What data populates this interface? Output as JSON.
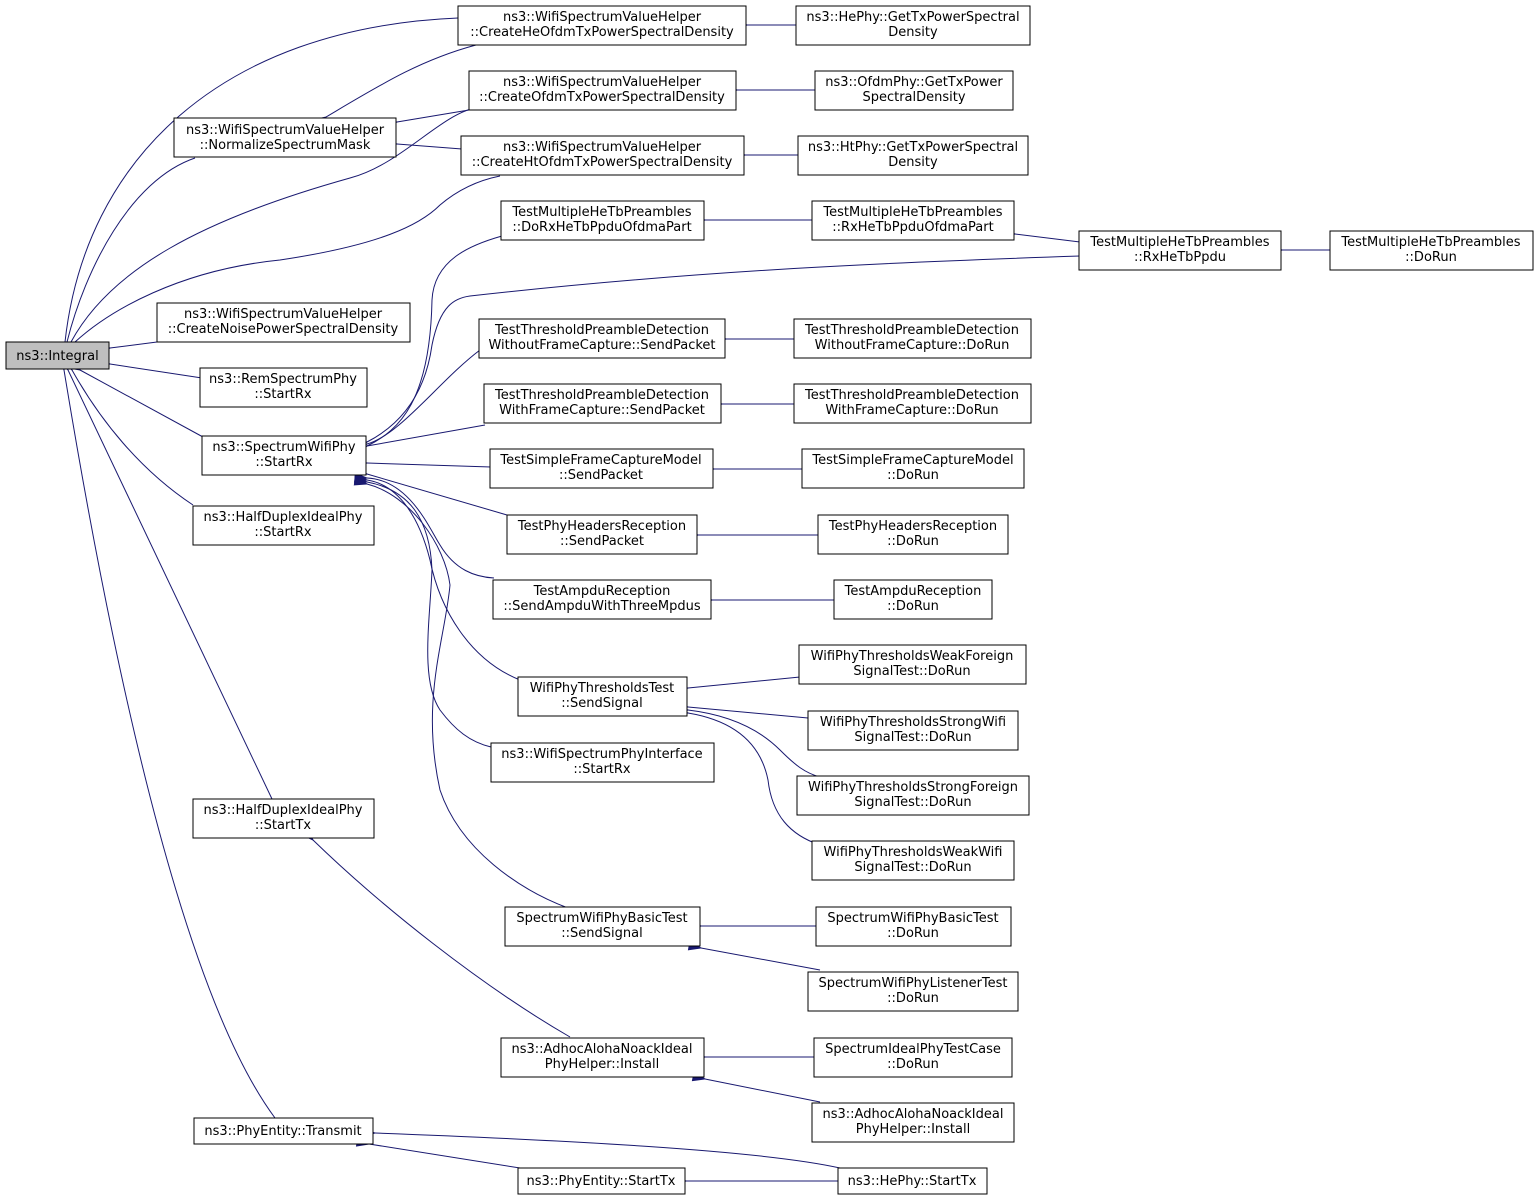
{
  "nodes": {
    "integral": [
      "ns3::Integral"
    ],
    "heOfdmPsd": [
      "ns3::WifiSpectrumValueHelper",
      "::CreateHeOfdmTxPowerSpectralDensity"
    ],
    "hePhyPsd": [
      "ns3::HePhy::GetTxPowerSpectral",
      "Density"
    ],
    "ofdmPsd": [
      "ns3::WifiSpectrumValueHelper",
      "::CreateOfdmTxPowerSpectralDensity"
    ],
    "ofdmPhyPsd": [
      "ns3::OfdmPhy::GetTxPower",
      "SpectralDensity"
    ],
    "normalizeMask": [
      "ns3::WifiSpectrumValueHelper",
      "::NormalizeSpectrumMask"
    ],
    "htOfdmPsd": [
      "ns3::WifiSpectrumValueHelper",
      "::CreateHtOfdmTxPowerSpectralDensity"
    ],
    "htPhyPsd": [
      "ns3::HtPhy::GetTxPowerSpectral",
      "Density"
    ],
    "doRxHeTb": [
      "TestMultipleHeTbPreambles",
      "::DoRxHeTbPpduOfdmaPart"
    ],
    "rxHeTbOfdma": [
      "TestMultipleHeTbPreambles",
      "::RxHeTbPpduOfdmaPart"
    ],
    "rxHeTbPpdu": [
      "TestMultipleHeTbPreambles",
      "::RxHeTbPpdu"
    ],
    "multiHeTbDoRun": [
      "TestMultipleHeTbPreambles",
      "::DoRun"
    ],
    "noisePsd": [
      "ns3::WifiSpectrumValueHelper",
      "::CreateNoisePowerSpectralDensity"
    ],
    "threshNoCapSend": [
      "TestThresholdPreambleDetection",
      "WithoutFrameCapture::SendPacket"
    ],
    "threshNoCapRun": [
      "TestThresholdPreambleDetection",
      "WithoutFrameCapture::DoRun"
    ],
    "remStartRx": [
      "ns3::RemSpectrumPhy",
      "::StartRx"
    ],
    "threshCapSend": [
      "TestThresholdPreambleDetection",
      "WithFrameCapture::SendPacket"
    ],
    "threshCapRun": [
      "TestThresholdPreambleDetection",
      "WithFrameCapture::DoRun"
    ],
    "specWifiStartRx": [
      "ns3::SpectrumWifiPhy",
      "::StartRx"
    ],
    "simpleCapSend": [
      "TestSimpleFrameCaptureModel",
      "::SendPacket"
    ],
    "simpleCapRun": [
      "TestSimpleFrameCaptureModel",
      "::DoRun"
    ],
    "halfDuplexStartRx": [
      "ns3::HalfDuplexIdealPhy",
      "::StartRx"
    ],
    "phyHdrSend": [
      "TestPhyHeadersReception",
      "::SendPacket"
    ],
    "phyHdrRun": [
      "TestPhyHeadersReception",
      "::DoRun"
    ],
    "ampduSend": [
      "TestAmpduReception",
      "::SendAmpduWithThreeMpdus"
    ],
    "ampduRun": [
      "TestAmpduReception",
      "::DoRun"
    ],
    "weakForeign": [
      "WifiPhyThresholdsWeakForeign",
      "SignalTest::DoRun"
    ],
    "threshTestSend": [
      "WifiPhyThresholdsTest",
      "::SendSignal"
    ],
    "strongWifi": [
      "WifiPhyThresholdsStrongWifi",
      "SignalTest::DoRun"
    ],
    "wifiSpecIfStartRx": [
      "ns3::WifiSpectrumPhyInterface",
      "::StartRx"
    ],
    "strongForeign": [
      "WifiPhyThresholdsStrongForeign",
      "SignalTest::DoRun"
    ],
    "halfDuplexStartTx": [
      "ns3::HalfDuplexIdealPhy",
      "::StartTx"
    ],
    "weakWifi": [
      "WifiPhyThresholdsWeakWifi",
      "SignalTest::DoRun"
    ],
    "basicTestSend": [
      "SpectrumWifiPhyBasicTest",
      "::SendSignal"
    ],
    "basicTestRun": [
      "SpectrumWifiPhyBasicTest",
      "::DoRun"
    ],
    "listenerRun": [
      "SpectrumWifiPhyListenerTest",
      "::DoRun"
    ],
    "adhocInstall": [
      "ns3::AdhocAlohaNoackIdeal",
      "PhyHelper::Install"
    ],
    "idealTestRun": [
      "SpectrumIdealPhyTestCase",
      "::DoRun"
    ],
    "adhocInstall2": [
      "ns3::AdhocAlohaNoackIdeal",
      "PhyHelper::Install"
    ],
    "phyEntityTransmit": [
      "ns3::PhyEntity::Transmit"
    ],
    "phyEntityStartTx": [
      "ns3::PhyEntity::StartTx"
    ],
    "hePhyStartTx": [
      "ns3::HePhy::StartTx"
    ]
  }
}
